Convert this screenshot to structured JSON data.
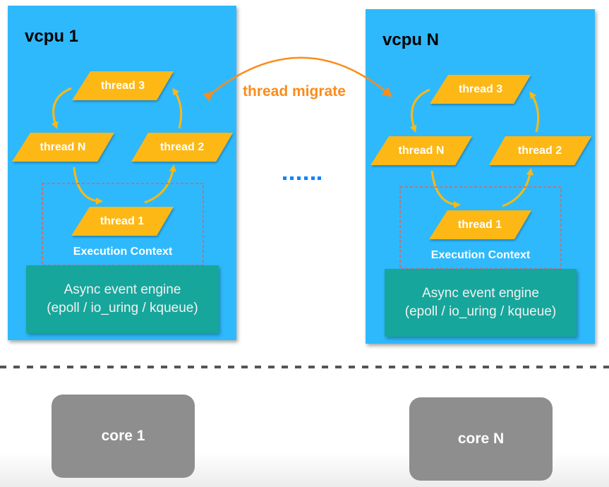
{
  "colors": {
    "vcpu_bg": "#2fb9fd",
    "thread_fill": "#fdb813",
    "engine_bg": "#17a69b",
    "context_border": "#f25a4a",
    "migrate": "#fb8c1a",
    "core_bg": "#8e8e8e",
    "separator": "#555555",
    "ellipsis": "#0a84ff"
  },
  "vcpus": [
    {
      "title": "vcpu 1",
      "threads": {
        "t3": "thread 3",
        "tN": "thread N",
        "t2": "thread 2",
        "t1": "thread 1"
      },
      "context_label": "Execution Context",
      "engine": {
        "line1": "Async event engine",
        "line2": "(epoll / io_uring / kqueue)"
      }
    },
    {
      "title": "vcpu N",
      "threads": {
        "t3": "thread 3",
        "tN": "thread N",
        "t2": "thread 2",
        "t1": "thread 1"
      },
      "context_label": "Execution Context",
      "engine": {
        "line1": "Async event engine",
        "line2": "(epoll / io_uring / kqueue)"
      }
    }
  ],
  "migrate_label": "thread migrate",
  "cores": [
    {
      "label": "core 1"
    },
    {
      "label": "core N"
    }
  ]
}
